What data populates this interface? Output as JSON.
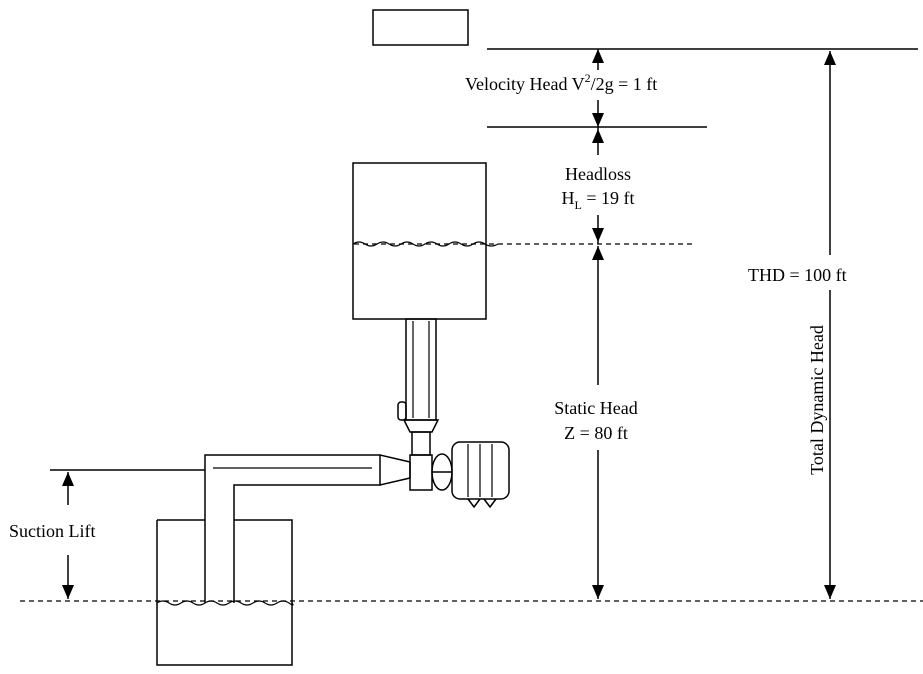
{
  "labels": {
    "velocity_head_prefix": "Velocity Head V",
    "velocity_head_sup": "2",
    "velocity_head_suffix": "/2g = 1 ft",
    "headloss": "Headloss",
    "headloss_value_prefix": "H",
    "headloss_value_sub": "L",
    "headloss_value_suffix": " = 19 ft",
    "static_head": "Static Head",
    "static_head_value": "Z = 80 ft",
    "thd": "THD = 100 ft",
    "total_dynamic_head": "Total Dynamic Head",
    "suction_lift": "Suction Lift"
  }
}
